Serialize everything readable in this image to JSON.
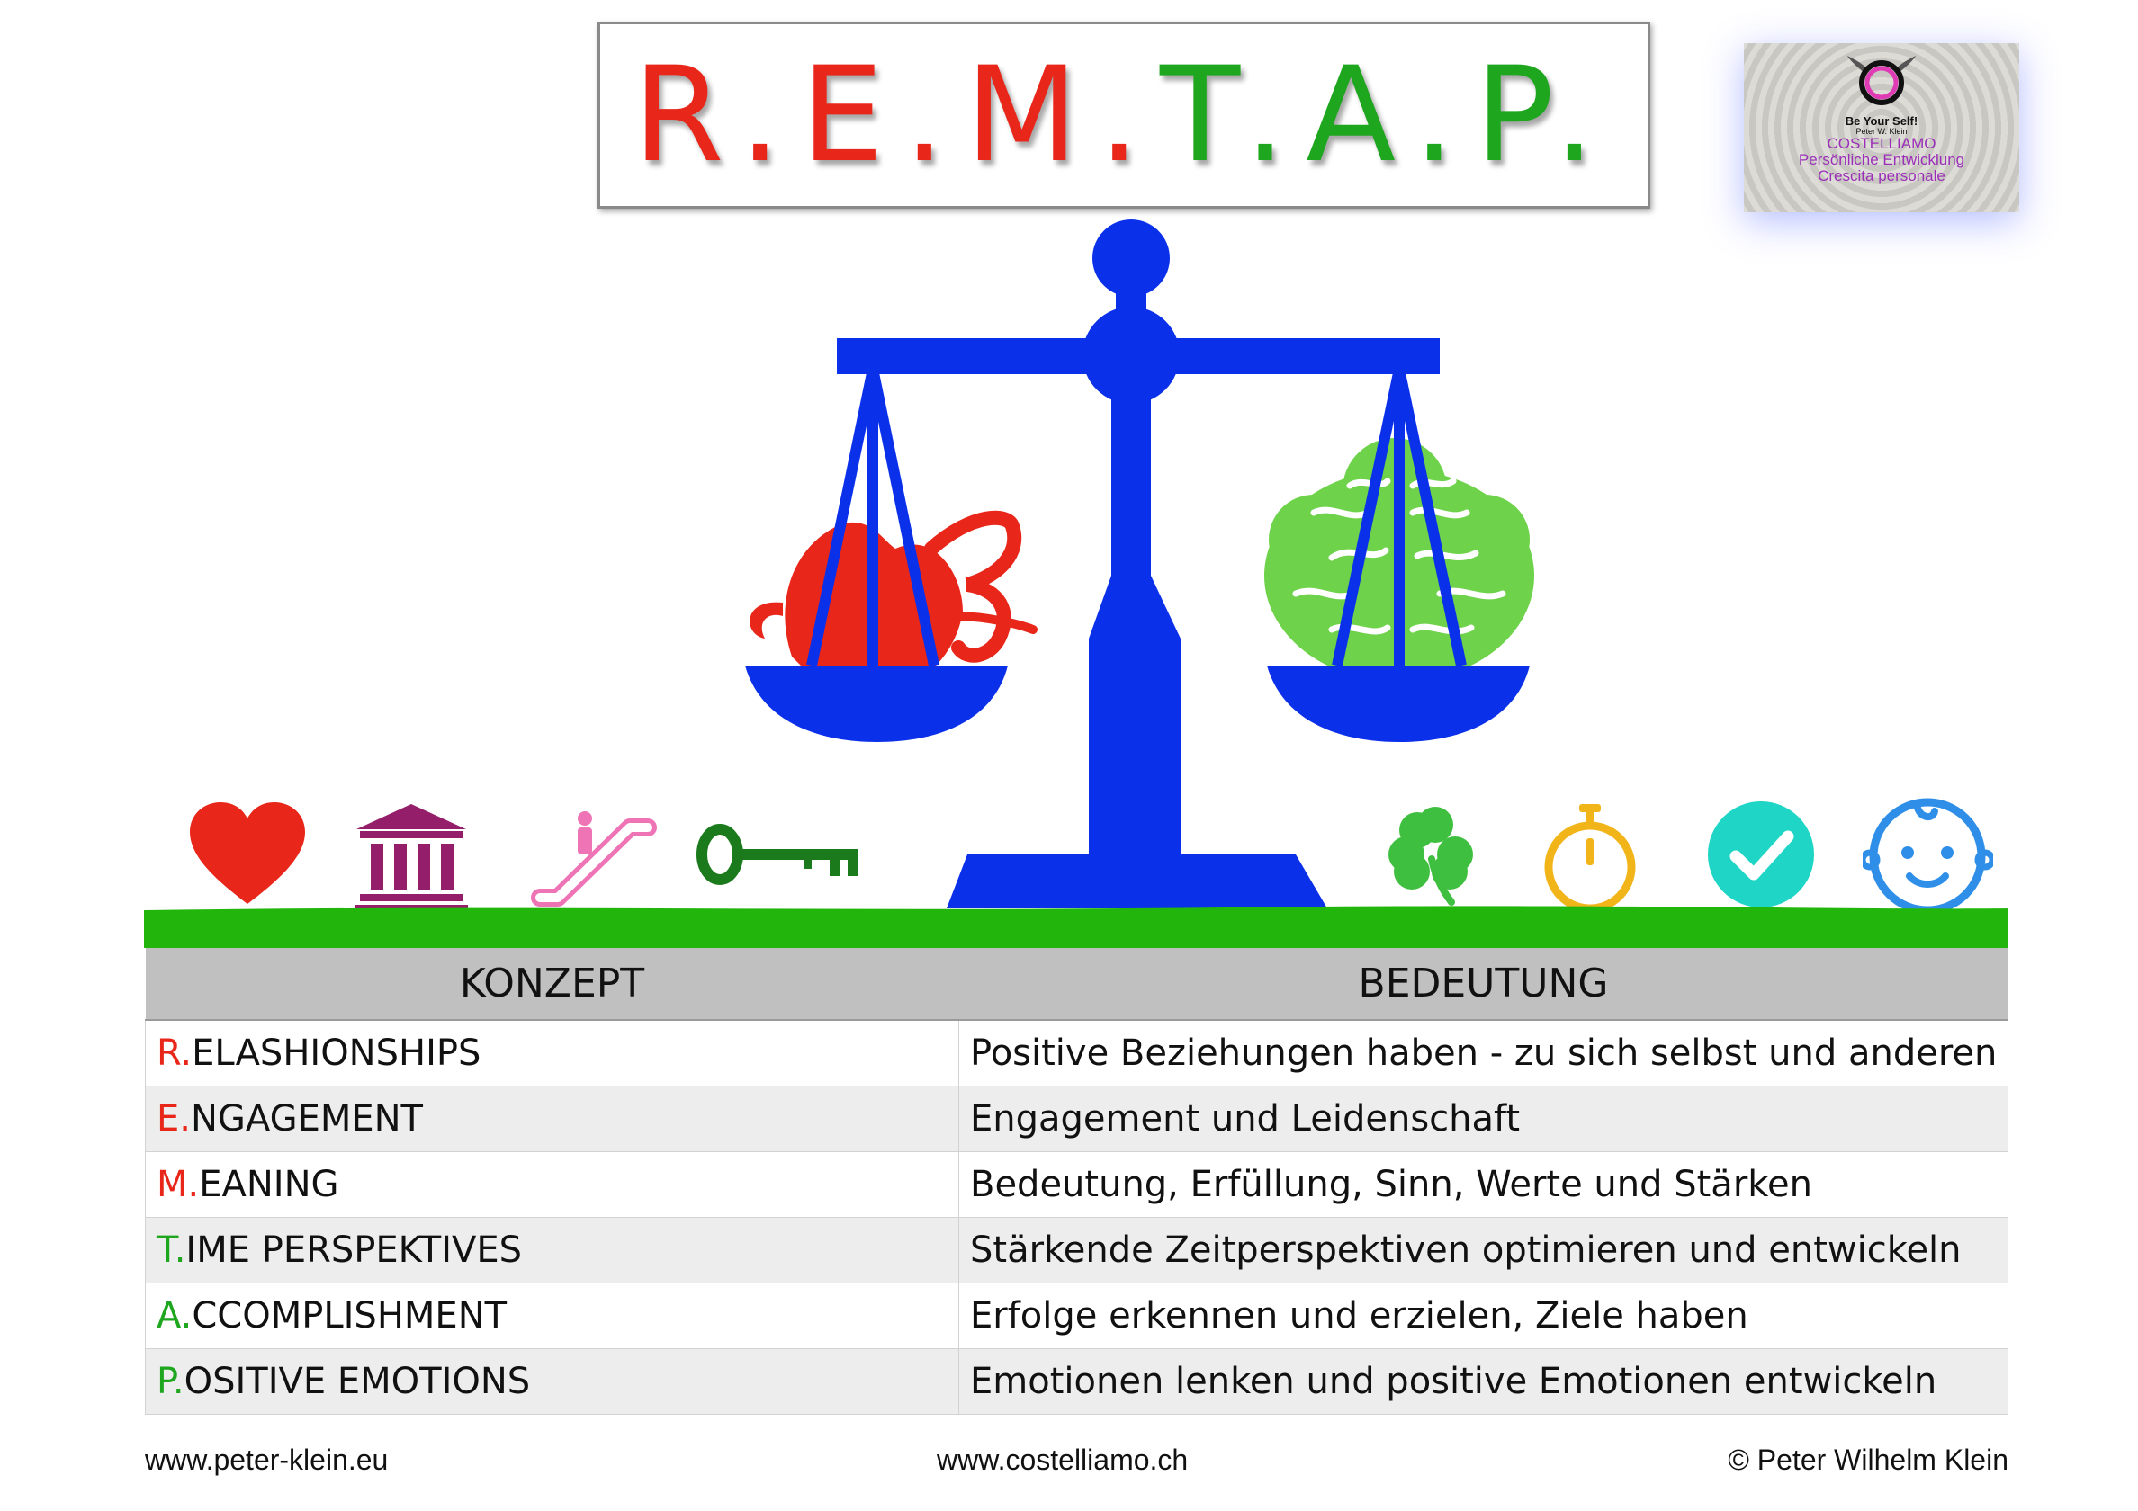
{
  "title": {
    "letters": [
      {
        "text": "R.",
        "color": "#e8271a"
      },
      {
        "text": "E.",
        "color": "#e8271a"
      },
      {
        "text": "M.",
        "color": "#e8271a"
      },
      {
        "text": "T.",
        "color": "#1ea61e"
      },
      {
        "text": "A.",
        "color": "#1ea61e"
      },
      {
        "text": "P.",
        "color": "#1ea61e"
      }
    ]
  },
  "logo": {
    "line1": "Be Your Self!",
    "line2": "Peter W. Klein",
    "line3": "COSTELLIAMO",
    "line4": "Persönliche  Entwicklung",
    "line5": "Crescita personale"
  },
  "colors": {
    "red": "#e8271a",
    "green": "#1ea61e",
    "scale_blue": "#0b30ea",
    "ground_green": "#22b60c",
    "brain_green": "#6ed24a",
    "header_gray": "#c0c0c0"
  },
  "icons": {
    "left_pan": "heart-organ-icon",
    "right_pan": "brain-icon",
    "row": [
      "heart-icon",
      "museum-icon",
      "escalator-icon",
      "key-icon",
      "shamrock-icon",
      "stopwatch-icon",
      "checkmark-icon",
      "baby-face-icon"
    ]
  },
  "table": {
    "headers": [
      "KONZEPT",
      "BEDEUTUNG"
    ],
    "rows": [
      {
        "prefix": "R.",
        "prefix_color": "#e8271a",
        "concept": "ELASHIONSHIPS",
        "meaning": "Positive Beziehungen haben - zu sich selbst und anderen"
      },
      {
        "prefix": "E.",
        "prefix_color": "#e8271a",
        "concept": "NGAGEMENT",
        "meaning": "Engagement und Leidenschaft"
      },
      {
        "prefix": "M.",
        "prefix_color": "#e8271a",
        "concept": "EANING",
        "meaning": "Bedeutung, Erfüllung, Sinn, Werte und Stärken"
      },
      {
        "prefix": "T.",
        "prefix_color": "#1ea61e",
        "concept": "IME PERSPEKTIVES",
        "meaning": "Stärkende Zeitperspektiven optimieren und entwickeln"
      },
      {
        "prefix": "A.",
        "prefix_color": "#1ea61e",
        "concept": "CCOMPLISHMENT",
        "meaning": "Erfolge erkennen und erzielen, Ziele haben"
      },
      {
        "prefix": "P.",
        "prefix_color": "#1ea61e",
        "concept": "OSITIVE EMOTIONS",
        "meaning": "Emotionen lenken und positive Emotionen entwickeln"
      }
    ]
  },
  "footer": {
    "left": "www.peter-klein.eu",
    "center": "www.costelliamo.ch",
    "right": "© Peter Wilhelm Klein"
  }
}
